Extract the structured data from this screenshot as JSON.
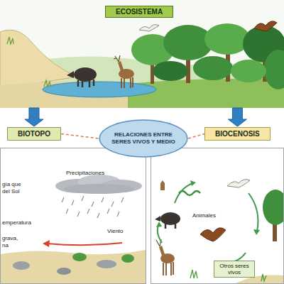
{
  "diagram": {
    "nodes": [
      {
        "text": [
          "ECOSISTEMA"
        ]
      },
      {
        "text": [
          "BIOTOPO"
        ]
      },
      {
        "text": [
          "RELACIONES ENTRE SERES VIVOS Y MEDIO"
        ]
      },
      {
        "text": [
          "BIOCENOSIS"
        ]
      },
      {
        "text": [
          "gía que del Sol",
          "Precipitaciones",
          "emperatura",
          "Viento",
          "grava, na"
        ]
      },
      {
        "text": [
          "Animales"
        ]
      },
      {
        "text": [
          "Otros seres vivos"
        ],
        "in": 5
      }
    ],
    "edges": [
      {
        "from": 0,
        "to": 1,
        "arrow": "to"
      },
      {
        "from": 0,
        "to": 3,
        "arrow": "to"
      },
      {
        "from": 1,
        "to": 2,
        "arrow": "none"
      },
      {
        "from": 2,
        "to": 3,
        "arrow": "none"
      }
    ]
  }
}
